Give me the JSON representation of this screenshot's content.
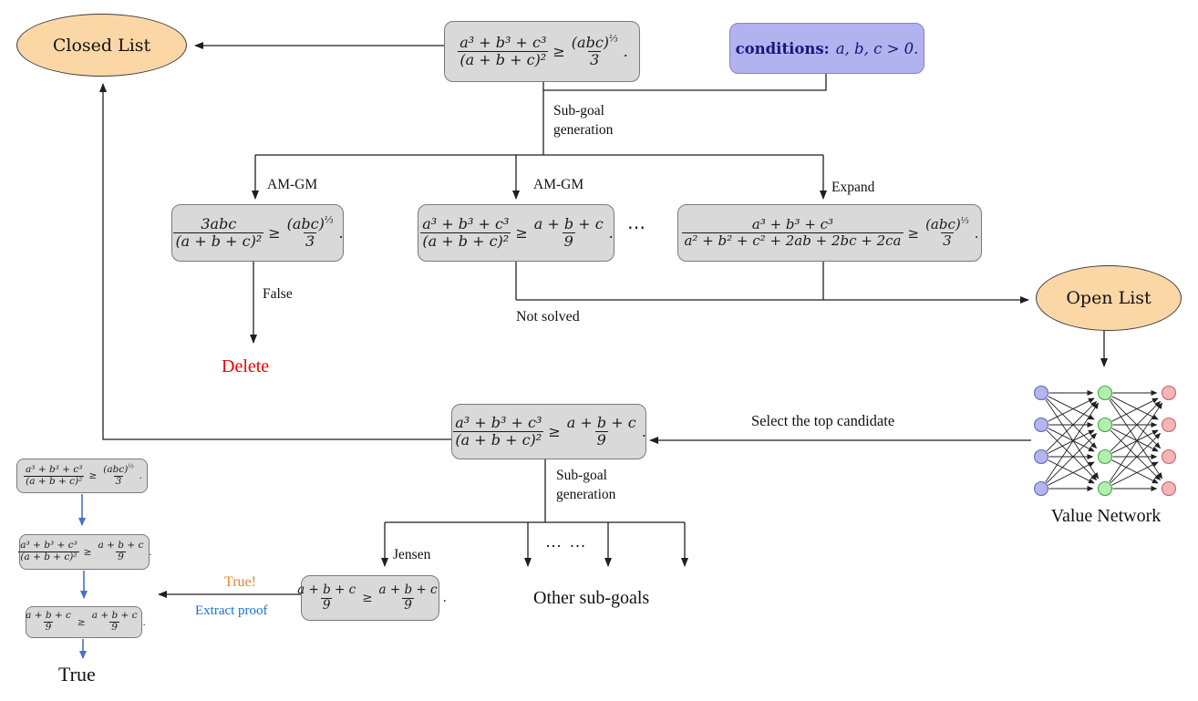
{
  "labels": {
    "closed_list": "Closed List",
    "open_list": "Open List",
    "conditions_bold": "conditions:",
    "conditions_math": "a, b, c > 0.",
    "subgoal_generation": {
      "line1": "Sub-goal",
      "line2": "generation"
    },
    "amgm_1": "AM-GM",
    "amgm_2": "AM-GM",
    "expand": "Expand",
    "false_label": "False",
    "delete_label": "Delete",
    "not_solved": "Not solved",
    "select_top": "Select the top candidate",
    "jensen": "Jensen",
    "dots_row": "⋯",
    "dots_branch": "… …",
    "other_subgoals": "Other sub-goals",
    "true_excl": "True!",
    "extract_proof": "Extract proof",
    "true_final": "True",
    "value_network": "Value Network"
  },
  "formulas": {
    "f_top": {
      "lnum": "a³ + b³ + c³",
      "lden": "(a + b + c)²",
      "rel": "≥",
      "rnum": "(abc)",
      "rsup": "⅓",
      "rden": "3",
      "end": "."
    },
    "f_3abc": {
      "lnum": "3abc",
      "lden": "(a + b + c)²",
      "rel": "≥",
      "rnum": "(abc)",
      "rsup": "⅓",
      "rden": "3",
      "end": "."
    },
    "f_mid": {
      "lnum": "a³ + b³ + c³",
      "lden": "(a + b + c)²",
      "rel": "≥",
      "rnum": "a + b + c",
      "rden": "9",
      "end": "."
    },
    "f_expand": {
      "lnum": "a³ + b³ + c³",
      "lden": "a² + b² + c² + 2ab + 2bc + 2ca",
      "rel": "≥",
      "rnum": "(abc)",
      "rsup": "⅓",
      "rden": "3",
      "end": "."
    },
    "f_simple": {
      "lnum": "a + b + c",
      "lden": "9",
      "rel": "≥",
      "rnum": "a + b + c",
      "rden": "9",
      "end": "."
    }
  },
  "network": {
    "label": "Value Network",
    "layers": [
      {
        "name": "input",
        "count": 4,
        "fill": "#b4b4ee",
        "stroke": "#6868c8"
      },
      {
        "name": "hidden",
        "count": 4,
        "fill": "#b2eeb2",
        "stroke": "#4ca64c"
      },
      {
        "name": "output",
        "count": 4,
        "fill": "#f6b4b4",
        "stroke": "#c86868"
      }
    ]
  },
  "colors": {
    "list_node_fill": "#fbd7a6",
    "goal_box_fill": "#d9d9d9",
    "goal_box_border": "#7a7a7a",
    "conditions_fill": "#b2b2ee",
    "conditions_text": "#15157e",
    "delete_red": "#ee0000",
    "true_orange": "#e8822d",
    "extract_blue": "#1a6fd4",
    "chain_arrow_blue": "#4472c4",
    "wire_black": "#1f1f1f"
  }
}
